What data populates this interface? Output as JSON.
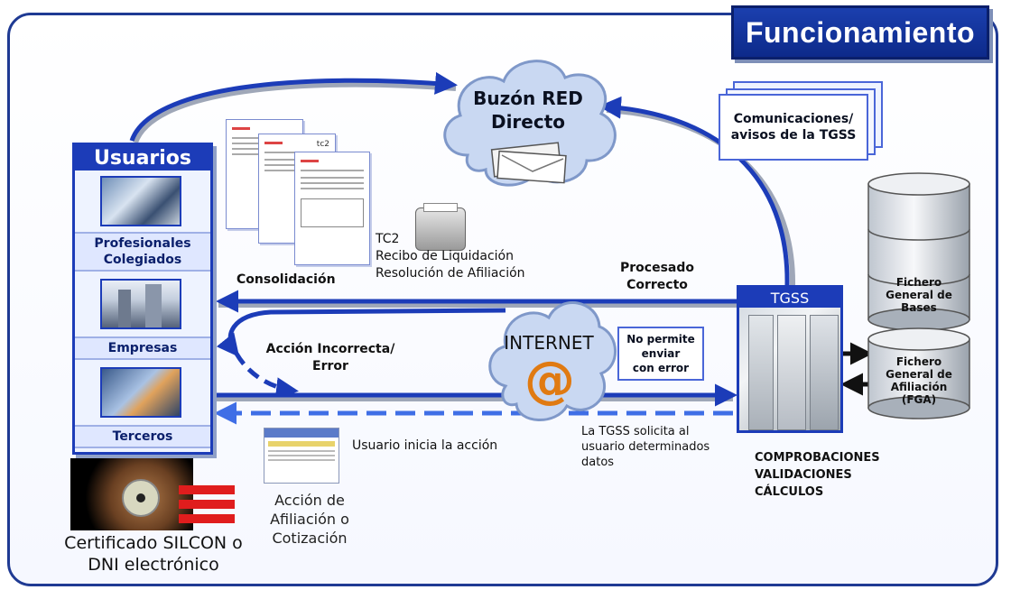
{
  "title": "Funcionamiento",
  "usuarios": {
    "header": "Usuarios",
    "items": [
      {
        "label": "Profesionales\nColegiados"
      },
      {
        "label": "Empresas"
      },
      {
        "label": "Terceros"
      }
    ]
  },
  "certificado": "Certificado SILCON o\nDNI electrónico",
  "buzon": "Buzón RED\nDirecto",
  "comunicaciones": "Comunicaciones/\navisos de la TGSS",
  "consolidacion": "Consolidación",
  "tc2_doc": "tc2",
  "documentos": "TC2\nRecibo de Liquidación\nResolución de Afiliación",
  "procesado": "Procesado\nCorrecto",
  "accion_incorrecta": "Acción Incorrecta/\nError",
  "internet": "INTERNET",
  "no_permite": "No permite\nenviar\ncon error",
  "usuario_inicia": "Usuario inicia la acción",
  "accion_afiliacion": "Acción de\nAfiliación o\nCotización",
  "tgss_solicita": "La TGSS solicita al\nusuario determinados\ndatos",
  "tgss": "TGSS",
  "comprobaciones": "COMPROBACIONES\nVALIDACIONES\nCÁLCULOS",
  "fichero_bases": "Fichero\nGeneral de\nBases",
  "fichero_afiliacion": "Fichero\nGeneral de\nAfiliación\n(FGA)",
  "colors": {
    "primary": "#1c3cb8",
    "cloud": "#c9d8f2",
    "dashed": "#3f6ee6"
  }
}
